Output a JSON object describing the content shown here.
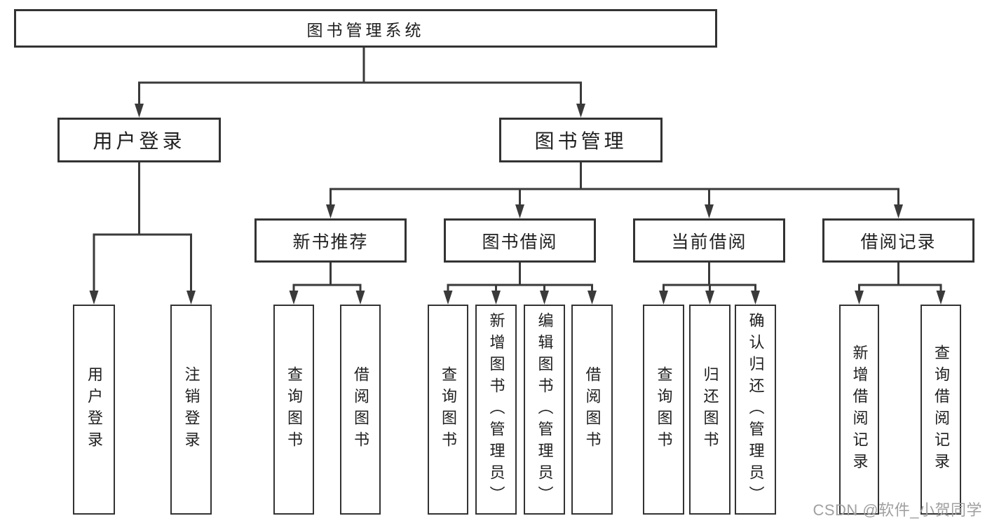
{
  "tree": {
    "root": "图书管理系统",
    "branches": [
      {
        "label": "用户登录",
        "children": [
          "用户登录",
          "注销登录"
        ]
      },
      {
        "label": "图书管理",
        "children": [
          {
            "label": "新书推荐",
            "children": [
              "查询图书",
              "借阅图书"
            ]
          },
          {
            "label": "图书借阅",
            "children": [
              "查询图书",
              "新增图书（管理员）",
              "编辑图书（管理员）",
              "借阅图书"
            ]
          },
          {
            "label": "当前借阅",
            "children": [
              "查询图书",
              "归还图书",
              "确认归还（管理员）"
            ]
          },
          {
            "label": "借阅记录",
            "children": [
              "新增借阅记录",
              "查询借阅记录"
            ]
          }
        ]
      }
    ]
  },
  "watermark": "CSDN @软件_小贺同学",
  "colors": {
    "background": "#ffffff",
    "line": "#3a3a3a",
    "border": "#333333",
    "fill": "#ffffff",
    "text": "#1f1f1f",
    "watermark": "#a0a0a0"
  }
}
